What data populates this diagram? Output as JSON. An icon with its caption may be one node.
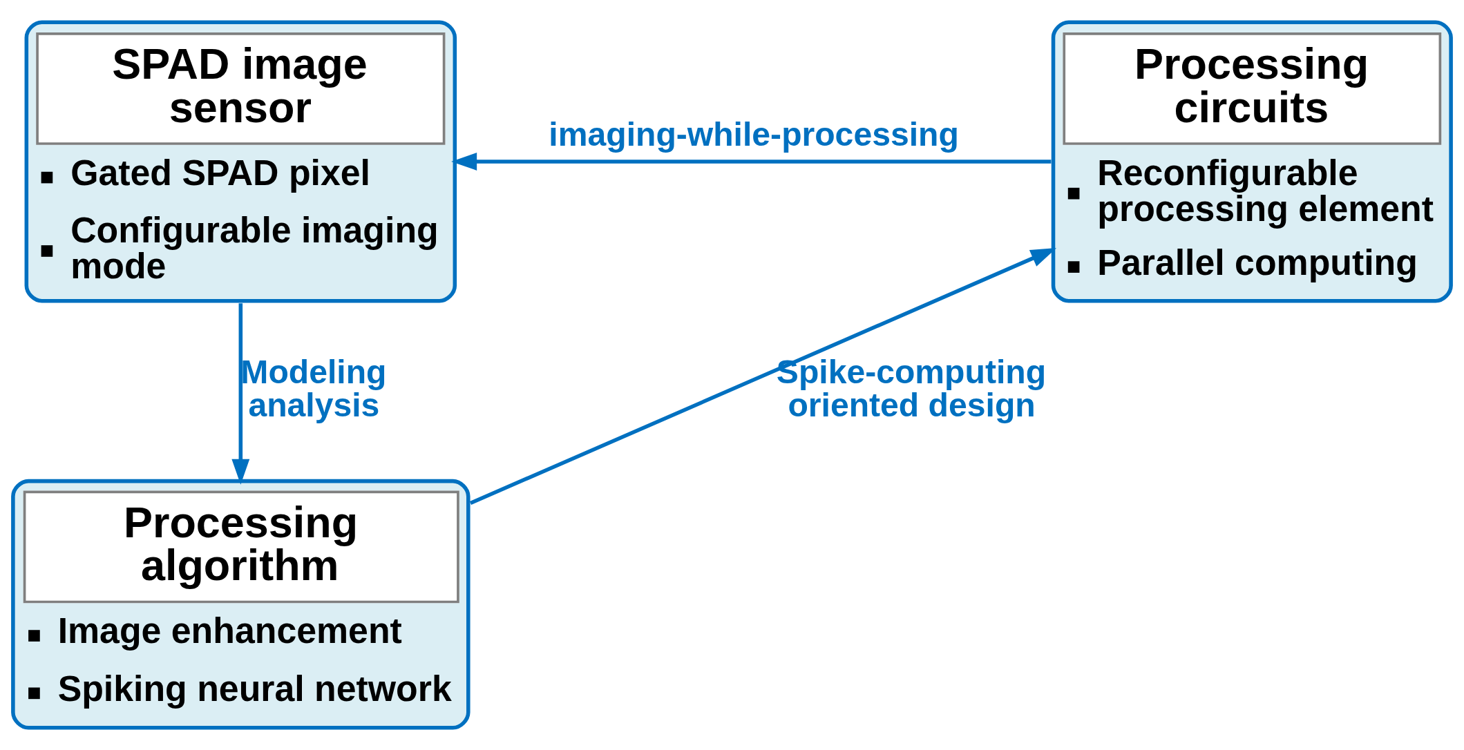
{
  "diagram": {
    "nodes": [
      {
        "text": [
          "SPAD image sensor",
          "Gated SPAD pixel",
          "Configurable imaging mode"
        ]
      },
      {
        "text": [
          "Processing circuits",
          "Reconfigurable processing element",
          "Parallel computing"
        ]
      },
      {
        "text": [
          "Processing algorithm",
          "Image enhancement",
          "Spiking neural network"
        ]
      }
    ],
    "edges": [
      {
        "from": 1,
        "to": 0,
        "arrow": "to",
        "label": "imaging-while-processing"
      },
      {
        "from": 0,
        "to": 2,
        "arrow": "to",
        "label": "Modeling analysis"
      },
      {
        "from": 2,
        "to": 1,
        "arrow": "to",
        "label": "Spike-computing oriented design"
      }
    ]
  }
}
